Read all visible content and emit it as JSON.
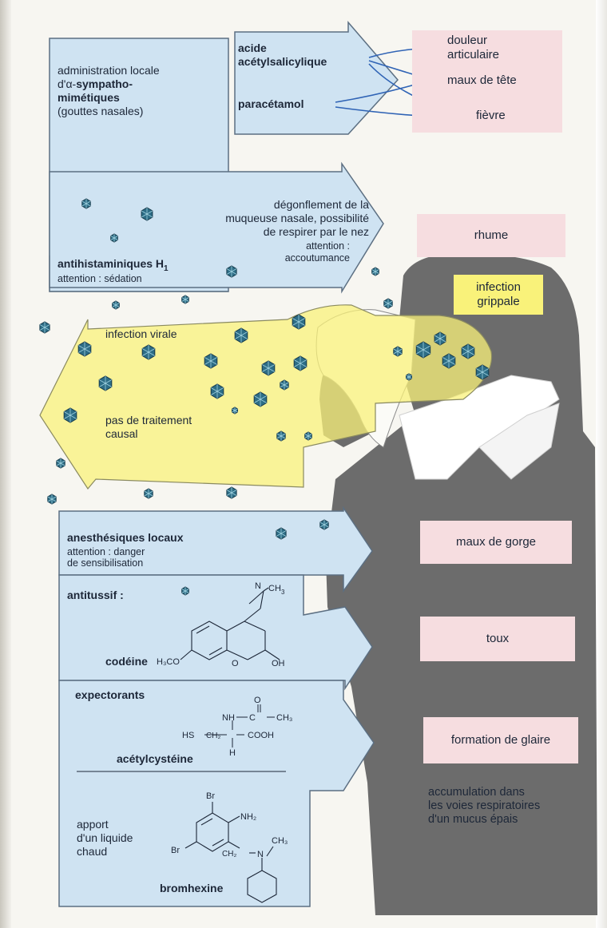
{
  "blocks": {
    "sympatho": {
      "line1": "administration locale",
      "line2a": "d'α-",
      "line2b": "sympatho-",
      "line3": "mimétiques",
      "line4": "(gouttes nasales)"
    },
    "acide": {
      "line1": "acide",
      "line2": "acétylsalicylique"
    },
    "paracetamol": "paracétamol",
    "degonflement": {
      "line1": "dégonflement de la",
      "line2": "muqueuse nasale, possibilité",
      "line3": "de respirer par le nez",
      "attn1": "attention :",
      "attn2": "accoutumance"
    },
    "antihistaminiques": {
      "title": "antihistaminiques H",
      "sub": "1",
      "note": "attention : sédation"
    },
    "viral": {
      "infection": "infection virale",
      "traitement1": "pas de traitement",
      "traitement2": "causal"
    },
    "anesthesiques": {
      "title": "anesthésiques locaux",
      "note1": "attention : danger",
      "note2": "de sensibilisation"
    },
    "antitussif": {
      "title": "antitussif :",
      "drug": "codéine"
    },
    "expectorants": {
      "title": "expectorants",
      "drug": "acétylcystéine"
    },
    "liquide": {
      "line1": "apport",
      "line2": "d'un liquide",
      "line3": "chaud",
      "drug": "bromhexine"
    }
  },
  "chemistry": {
    "codeine": {
      "n": "N",
      "ch3": "CH",
      "ch3sub": "3",
      "h3co": "H₃CO",
      "o": "O",
      "oh": "OH"
    },
    "acetylcysteine": {
      "o": "O",
      "nh": "NH",
      "c": "C",
      "ch3": "CH₃",
      "hs": "HS",
      "ch2": "CH₂",
      "cooh": "COOH",
      "h": "H"
    },
    "bromhexine": {
      "br1": "Br",
      "nh2": "NH₂",
      "br2": "Br",
      "ch2": "CH₂",
      "n": "N",
      "ch3": "CH₃"
    }
  },
  "symptoms": {
    "douleur1": "douleur",
    "douleur2": "articulaire",
    "maux_tete": "maux de tête",
    "fievre": "fièvre",
    "rhume": "rhume",
    "grippale1": "infection",
    "grippale2": "grippale",
    "gorge": "maux de gorge",
    "toux": "toux",
    "glaire": "formation de glaire",
    "mucus1": "accumulation dans",
    "mucus2": "les voies respiratoires",
    "mucus3": "d'un mucus épais"
  },
  "colors": {
    "blue_panel": "#cfe3f2",
    "blue_outline": "#5c6f82",
    "pink_box": "#f6dde0",
    "yellow": "#f9f27a",
    "silhouette": "#6b6b6b",
    "virus": "#2d6d86",
    "arrow_blue": "#2f63b5"
  }
}
